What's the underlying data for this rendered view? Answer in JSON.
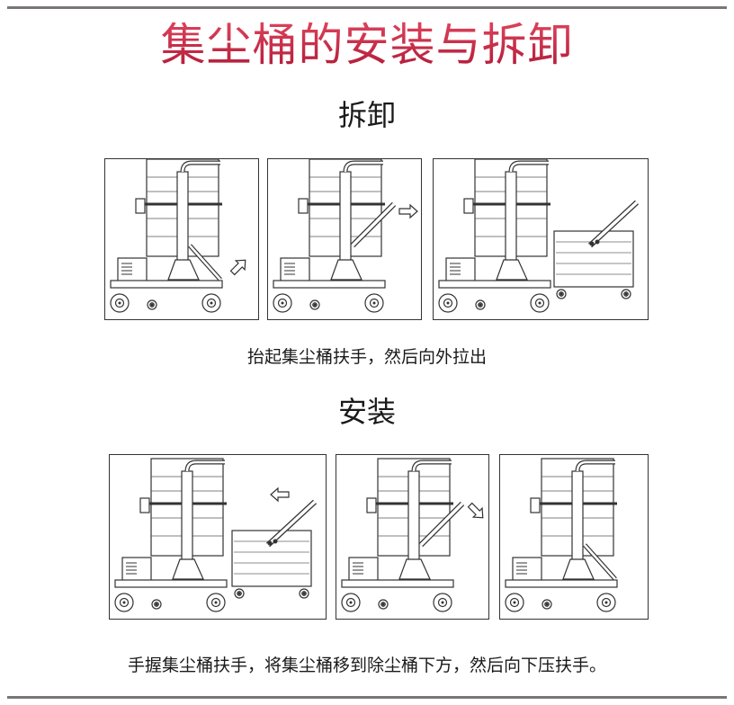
{
  "title": "集尘桶的安装与拆卸",
  "removal": {
    "heading": "拆卸",
    "caption": "抬起集尘桶扶手，然后向外拉出",
    "steps": [
      {
        "variant": "handle-down",
        "arrow": "up-right"
      },
      {
        "variant": "handle-raised",
        "arrow": "right"
      },
      {
        "variant": "bucket-out",
        "arrow": "none"
      }
    ]
  },
  "installation": {
    "heading": "安装",
    "caption": "手握集尘桶扶手，将集尘桶移到除尘桶下方，然后向下压扶手。",
    "steps": [
      {
        "variant": "bucket-out",
        "arrow": "left"
      },
      {
        "variant": "handle-raised",
        "arrow": "down-right"
      },
      {
        "variant": "handle-down",
        "arrow": "none"
      }
    ]
  },
  "colors": {
    "title": "#c8283f",
    "rule": "#7a7676",
    "line": "#333333"
  }
}
